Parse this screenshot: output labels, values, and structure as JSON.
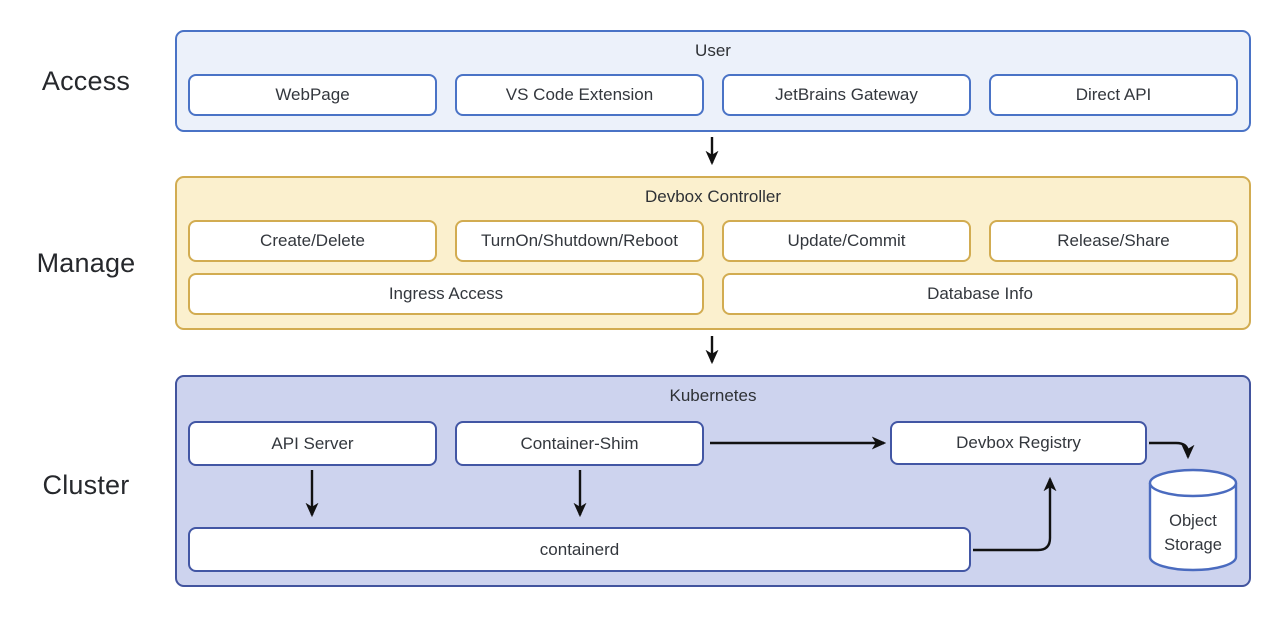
{
  "side_labels": {
    "access": "Access",
    "manage": "Manage",
    "cluster": "Cluster"
  },
  "access": {
    "title": "User",
    "items": [
      "WebPage",
      "VS Code Extension",
      "JetBrains Gateway",
      "Direct API"
    ]
  },
  "manage": {
    "title": "Devbox Controller",
    "row1": [
      "Create/Delete",
      "TurnOn/Shutdown/Reboot",
      "Update/Commit",
      "Release/Share"
    ],
    "row2": [
      "Ingress Access",
      "Database Info"
    ]
  },
  "cluster": {
    "title": "Kubernetes",
    "nodes": {
      "api_server": "API Server",
      "container_shim": "Container-Shim",
      "devbox_registry": "Devbox Registry",
      "containerd": "containerd",
      "object_storage_line1": "Object",
      "object_storage_line2": "Storage"
    }
  },
  "colors": {
    "access_bg": "#ecf1fa",
    "access_border": "#4a73c6",
    "manage_bg": "#fbf0ce",
    "manage_border": "#d2ac51",
    "cluster_bg": "#cdd3ee",
    "cluster_border": "#42549e",
    "cluster_node_border": "#4256a4",
    "cylinder_border": "#4a6bbf",
    "arrow": "#111111",
    "text": "#33373d"
  }
}
